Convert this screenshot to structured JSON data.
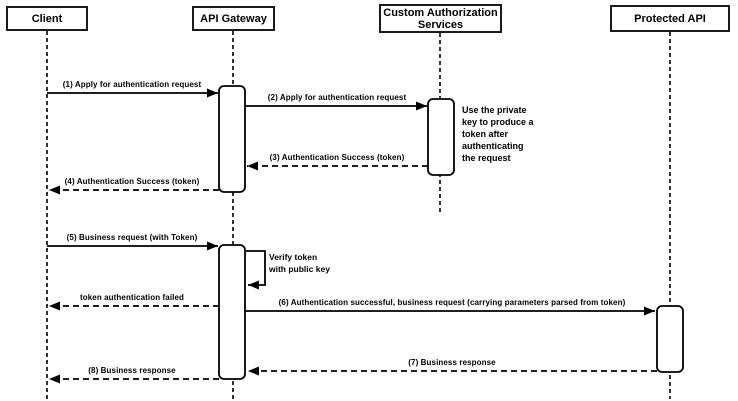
{
  "colors": {
    "background": "#ffffff",
    "line": "#000000",
    "text": "#000000",
    "box_fill": "#ffffff",
    "box_border": "#1a1a1a"
  },
  "participants": [
    {
      "label": "Client"
    },
    {
      "label": "API Gateway"
    },
    {
      "label": "Custom Authorization\nServices"
    },
    {
      "label": "Protected API"
    }
  ],
  "messages": [
    {
      "label": "(1) Apply for authentication request",
      "from": "Client",
      "to": "API Gateway",
      "style": "solid"
    },
    {
      "label": "(2) Apply for authentication request",
      "from": "API Gateway",
      "to": "Custom Authorization Services",
      "style": "solid"
    },
    {
      "label": "(3) Authentication Success (token)",
      "from": "Custom Authorization Services",
      "to": "API Gateway",
      "style": "dashed"
    },
    {
      "label": "(4) Authentication Success (token)",
      "from": "API Gateway",
      "to": "Client",
      "style": "dashed"
    },
    {
      "label": "(5) Business request (with Token)",
      "from": "Client",
      "to": "API Gateway",
      "style": "solid"
    },
    {
      "label": "Verify token\nwith public key",
      "from": "API Gateway",
      "to": "API Gateway",
      "style": "self"
    },
    {
      "label": "token authentication failed",
      "from": "API Gateway",
      "to": "Client",
      "style": "dashed"
    },
    {
      "label": "(6) Authentication successful, business request (carrying parameters parsed from token)",
      "from": "API Gateway",
      "to": "Protected API",
      "style": "solid"
    },
    {
      "label": "(7) Business response",
      "from": "Protected API",
      "to": "API Gateway",
      "style": "dashed"
    },
    {
      "label": "(8) Business response",
      "from": "API Gateway",
      "to": "Client",
      "style": "dashed"
    }
  ],
  "note": {
    "text": "Use the private\nkey to produce a\ntoken after\nauthenticating\nthe request"
  }
}
